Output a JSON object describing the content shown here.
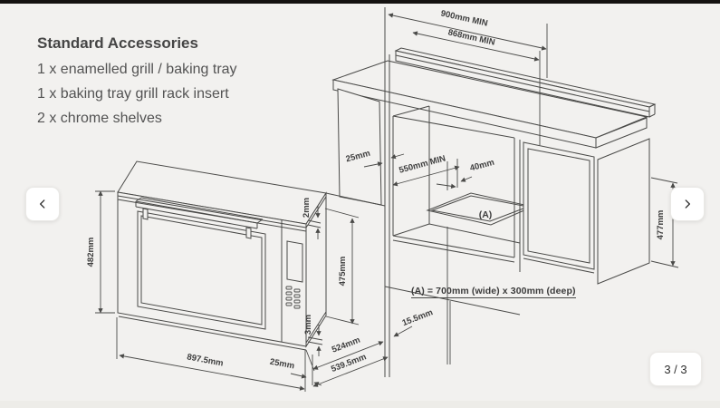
{
  "page": {
    "background": "#f2f1ef",
    "top_bar_color": "#141210",
    "line_color": "#4a4a48"
  },
  "accessories": {
    "title": "Standard Accessories",
    "items": [
      "1 x enamelled grill / baking tray",
      "1 x baking tray grill rack insert",
      "2 x chrome shelves"
    ]
  },
  "carousel": {
    "page_indicator": "3 / 3"
  },
  "diagram": {
    "oven": {
      "height": "482mm",
      "top_gap": "2mm",
      "rear_height": "475mm",
      "bottom_gap": "3mm",
      "width": "897.5mm",
      "front_offset": "25mm",
      "depth_body": "524mm",
      "depth_total": "539.5mm",
      "front_protrusion": "15.5mm"
    },
    "cabinet": {
      "width_min": "900mm MIN",
      "inner_width_min": "868mm MIN",
      "side_clearance": "25mm",
      "depth_min": "550mm MIN",
      "rear_gap": "40mm",
      "cutout_label": "(A)",
      "height": "477mm"
    },
    "note": "(A) = 700mm (wide) x 300mm (deep)"
  }
}
